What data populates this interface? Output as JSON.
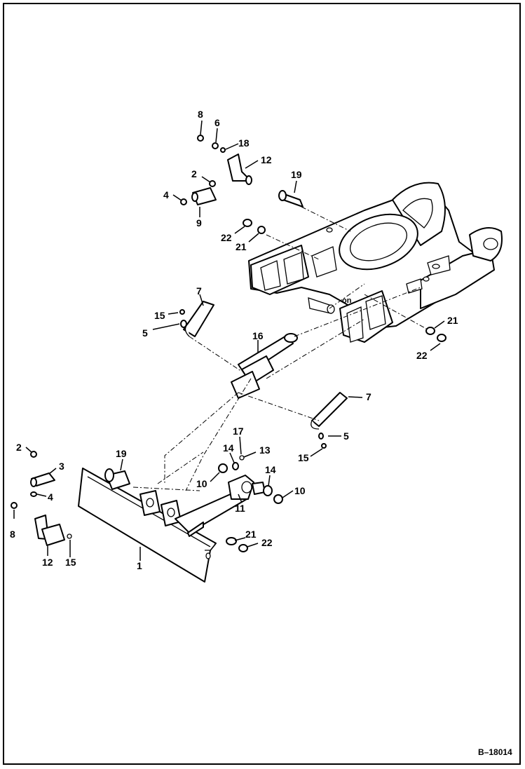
{
  "drawing_id": "B–18014",
  "callouts": {
    "c1": "1",
    "c2a": "2",
    "c2b": "2",
    "c3": "3",
    "c4a": "4",
    "c4b": "4",
    "c5a": "5",
    "c5b": "5",
    "c6": "6",
    "c7a": "7",
    "c7b": "7",
    "c8a": "8",
    "c8b": "8",
    "c9": "9",
    "c10a": "10",
    "c10b": "10",
    "c11": "11",
    "c12a": "12",
    "c12b": "12",
    "c13": "13",
    "c14a": "14",
    "c14b": "14",
    "c15a": "15",
    "c15b": "15",
    "c15c": "15",
    "c16": "16",
    "c17": "17",
    "c18": "18",
    "c19a": "19",
    "c19b": "19",
    "c21a": "21",
    "c21b": "21",
    "c21c": "21",
    "c22a": "22",
    "c22b": "22",
    "c22c": "22"
  }
}
